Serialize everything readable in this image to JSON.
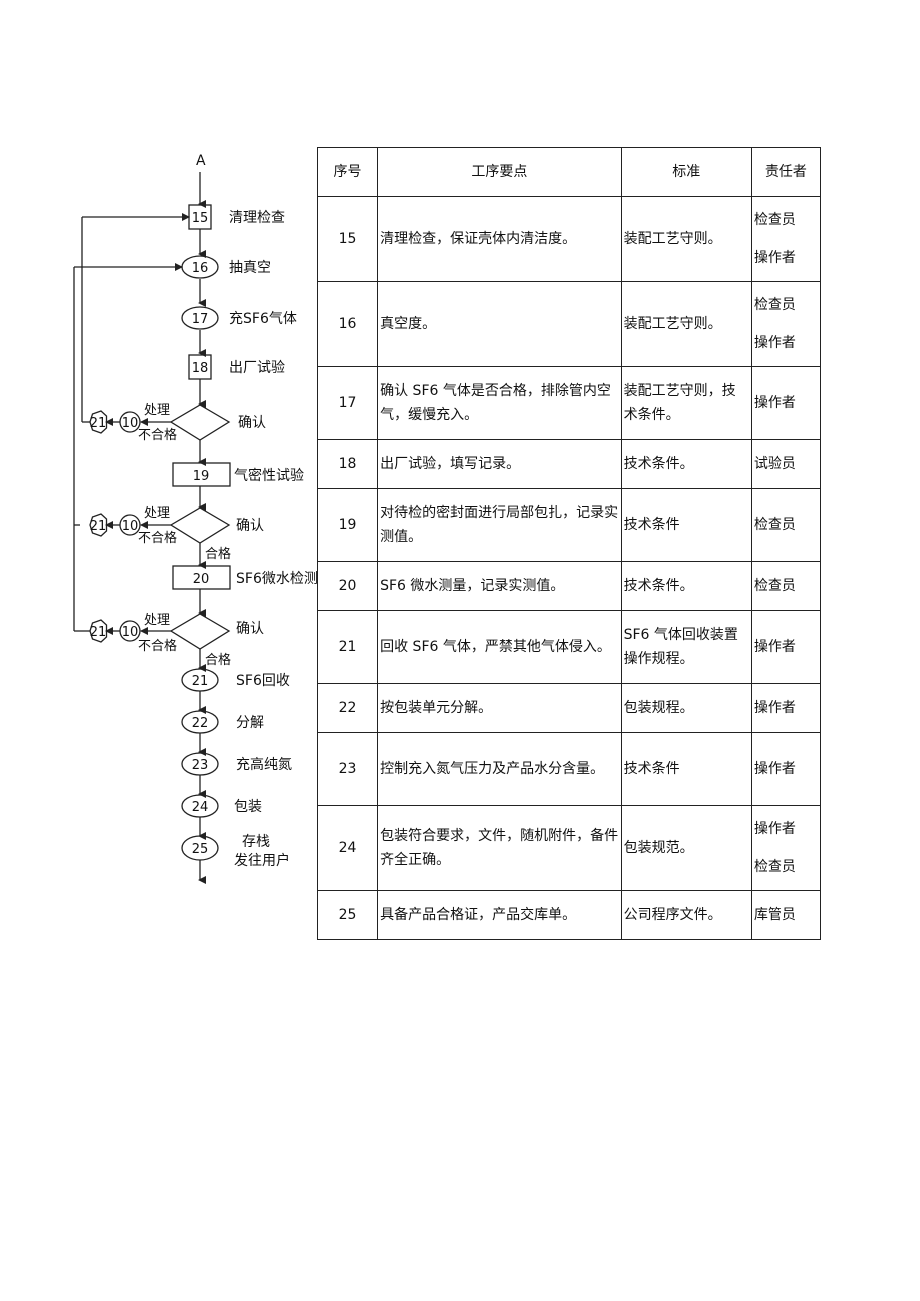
{
  "flowchart": {
    "start_label": "A",
    "steps": [
      {
        "num": "15",
        "label": "清理检查"
      },
      {
        "num": "16",
        "label": "抽真空"
      },
      {
        "num": "17",
        "label": "充SF6气体"
      },
      {
        "num": "18",
        "label": "出厂试验"
      },
      {
        "num": "19",
        "label": "气密性试验"
      },
      {
        "num": "20",
        "label": "SF6微水检测"
      },
      {
        "num": "21",
        "label": "SF6回收"
      },
      {
        "num": "22",
        "label": "分解"
      },
      {
        "num": "23",
        "label": "充高纯氮"
      },
      {
        "num": "24",
        "label": "包装"
      },
      {
        "num": "25",
        "label": "存栈",
        "label2": "发往用户"
      }
    ],
    "decision_label": "确认",
    "branch_process": "处理",
    "branch_fail": "不合格",
    "branch_pass": "合格",
    "branch_node_a": "21",
    "branch_node_b": "10"
  },
  "table": {
    "headers": [
      "序号",
      "工序要点",
      "标准",
      "责任者"
    ],
    "rows": [
      {
        "no": "15",
        "point": "清理检查，保证壳体内清洁度。",
        "std": "装配工艺守则。",
        "resp": [
          "检查员",
          "操作者"
        ]
      },
      {
        "no": "16",
        "point": "真空度。",
        "std": "装配工艺守则。",
        "resp": [
          "检查员",
          "操作者"
        ]
      },
      {
        "no": "17",
        "point": "确认 SF6 气体是否合格，排除管内空气，缓慢充入。",
        "std": "装配工艺守则，技术条件。",
        "resp": [
          "操作者"
        ]
      },
      {
        "no": "18",
        "point": "出厂试验，填写记录。",
        "std": "技术条件。",
        "resp": [
          "试验员"
        ]
      },
      {
        "no": "19",
        "point": "对待检的密封面进行局部包扎，记录实测值。",
        "std": "技术条件",
        "resp": [
          "检查员"
        ]
      },
      {
        "no": "20",
        "point": "SF6 微水测量，记录实测值。",
        "std": "技术条件。",
        "resp": [
          "检查员"
        ]
      },
      {
        "no": "21",
        "point": "回收 SF6 气体，严禁其他气体侵入。",
        "std": "SF6 气体回收装置操作规程。",
        "resp": [
          "操作者"
        ]
      },
      {
        "no": "22",
        "point": "按包装单元分解。",
        "std": "包装规程。",
        "resp": [
          "操作者"
        ]
      },
      {
        "no": "23",
        "point": "控制充入氮气压力及产品水分含量。",
        "std": "技术条件",
        "resp": [
          "操作者"
        ]
      },
      {
        "no": "24",
        "point": "包装符合要求，文件，随机附件，备件齐全正确。",
        "std": "包装规范。",
        "resp": [
          "操作者",
          "检查员"
        ]
      },
      {
        "no": "25",
        "point": "具备产品合格证，产品交库单。",
        "std": "公司程序文件。",
        "resp": [
          "库管员"
        ]
      }
    ]
  }
}
